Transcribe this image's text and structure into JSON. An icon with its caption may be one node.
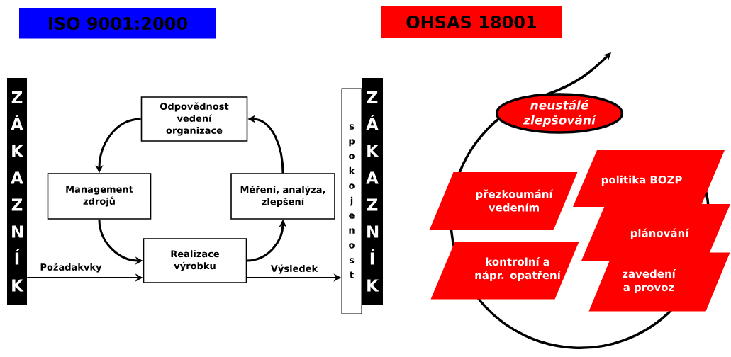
{
  "diagram": {
    "nodes": [
      {
        "text": [
          "ISO 9001:2000"
        ]
      },
      {
        "text": [
          "OHSAS 18001"
        ]
      },
      {
        "text": [
          "Z Á K A Z N Í K"
        ]
      },
      {
        "text": [
          "Odpovědnost vedení organizace"
        ]
      },
      {
        "text": [
          "Management zdrojů"
        ]
      },
      {
        "text": [
          "Měření, analýza, zlepšení"
        ]
      },
      {
        "text": [
          "Realizace výrobku"
        ]
      },
      {
        "text": [
          "s p o k o j e n o s t"
        ]
      },
      {
        "text": [
          "Z Á K A Z N Í K"
        ]
      },
      {
        "text": [
          "neustálé zlepšování"
        ]
      },
      {
        "text": [
          "politika BOZP"
        ]
      },
      {
        "text": [
          "přezkoumání vedením"
        ]
      },
      {
        "text": [
          "plánování"
        ]
      },
      {
        "text": [
          "kontrolní a nápr. opatření"
        ]
      },
      {
        "text": [
          "zavedení a provoz"
        ]
      }
    ],
    "edges": [
      {
        "from": 3,
        "to": 4,
        "arrow": "to"
      },
      {
        "from": 4,
        "to": 6,
        "arrow": "to"
      },
      {
        "from": 6,
        "to": 5,
        "arrow": "to"
      },
      {
        "from": 5,
        "to": 3,
        "arrow": "to"
      },
      {
        "from": 2,
        "to": 6,
        "arrow": "to",
        "label": "Požadakvky"
      },
      {
        "from": 6,
        "to": 7,
        "arrow": "to",
        "label": "Výsledek"
      }
    ]
  }
}
